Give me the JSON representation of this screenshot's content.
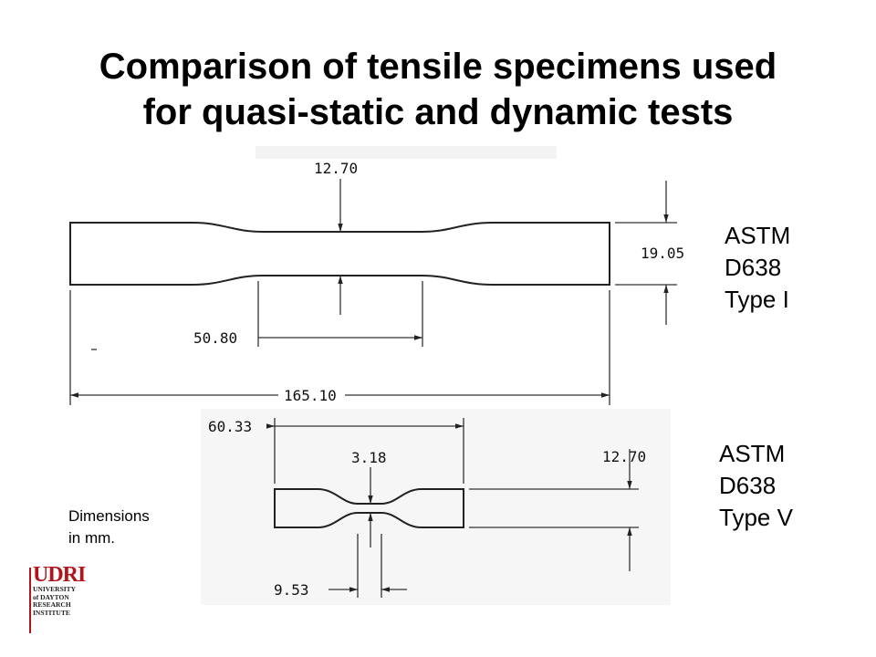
{
  "title": {
    "line1": "Comparison of tensile specimens used",
    "line2": "for quasi-static and dynamic tests"
  },
  "specimen_type_i": {
    "label": [
      "ASTM",
      "D638",
      "Type I"
    ],
    "dimensions": {
      "narrow_width": "12.70",
      "grip_width": "19.05",
      "gauge_length": "50.80",
      "overall_length": "165.10"
    }
  },
  "specimen_type_v": {
    "label": [
      "ASTM",
      "D638",
      "Type V"
    ],
    "dimensions": {
      "overall_length": "60.33",
      "narrow_width": "3.18",
      "grip_width": "12.70",
      "gauge_length": "9.53"
    }
  },
  "note": [
    "Dimensions",
    "in mm."
  ],
  "logo": {
    "name": "UDRI",
    "lines": [
      "UNIVERSITY",
      "of DAYTON",
      "RESEARCH",
      "INSTITUTE"
    ]
  },
  "colors": {
    "logo_red": "#b3131b"
  }
}
